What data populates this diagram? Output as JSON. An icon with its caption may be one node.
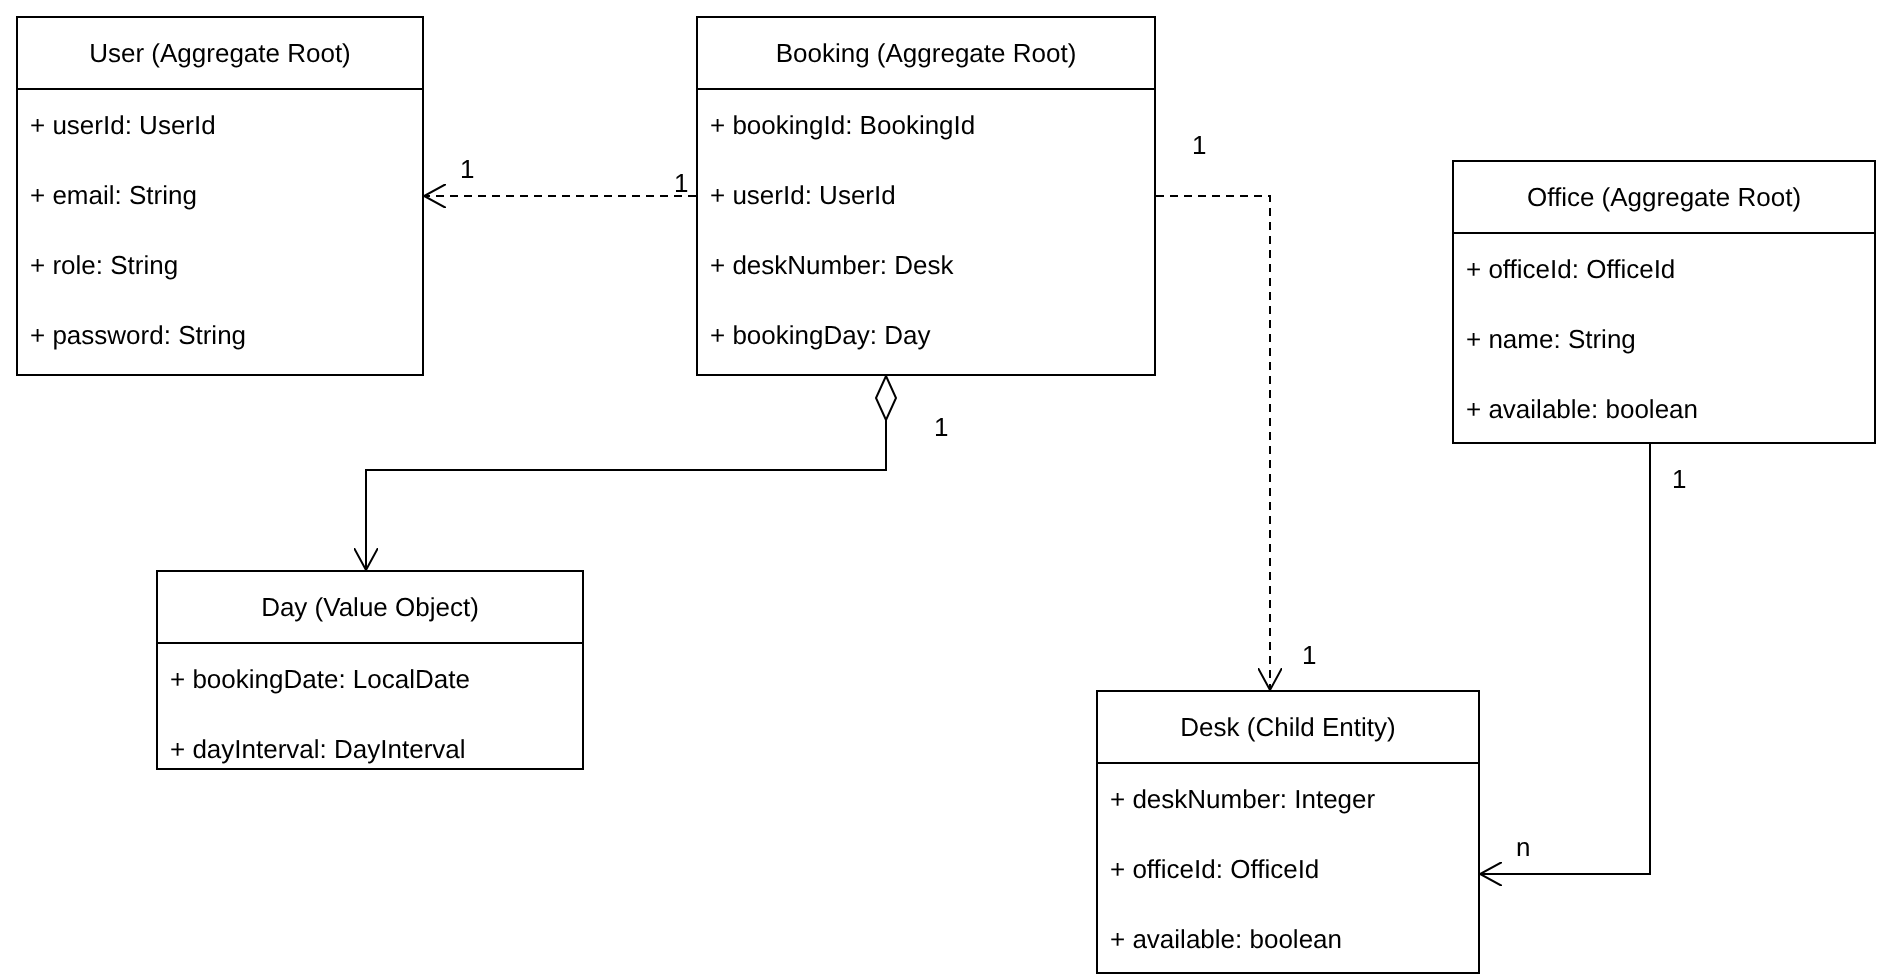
{
  "diagram": {
    "nodes": [
      {
        "text": [
          "User (Aggregate Root)",
          "+ userId: UserId",
          "+ email: String",
          "+ role: String",
          "+ password: String"
        ]
      },
      {
        "text": [
          "Booking (Aggregate Root)",
          "+ bookingId: BookingId",
          "+ userId: UserId",
          "+ deskNumber: Desk",
          "+ bookingDay: Day"
        ]
      },
      {
        "text": [
          "Office (Aggregate Root)",
          "+ officeId: OfficeId",
          "+ name: String",
          "+ available: boolean"
        ]
      },
      {
        "text": [
          "Day (Value Object)",
          "+ bookingDate: LocalDate",
          "+ dayInterval: DayInterval"
        ]
      },
      {
        "text": [
          "Desk (Child Entity)",
          "+ deskNumber: Integer",
          "+ officeId: OfficeId",
          "+ available: boolean"
        ]
      }
    ],
    "edges": [
      {
        "from": 1,
        "to": 0,
        "arrow": "to",
        "style": "dashed"
      },
      {
        "from": 1,
        "to": 4,
        "arrow": "to",
        "style": "dashed"
      },
      {
        "from": 1,
        "to": 3,
        "arrow": "to"
      },
      {
        "from": 2,
        "to": 4,
        "arrow": "to"
      }
    ],
    "labels": [
      "1",
      "1",
      "1",
      "1",
      "1",
      "1",
      "n"
    ]
  }
}
